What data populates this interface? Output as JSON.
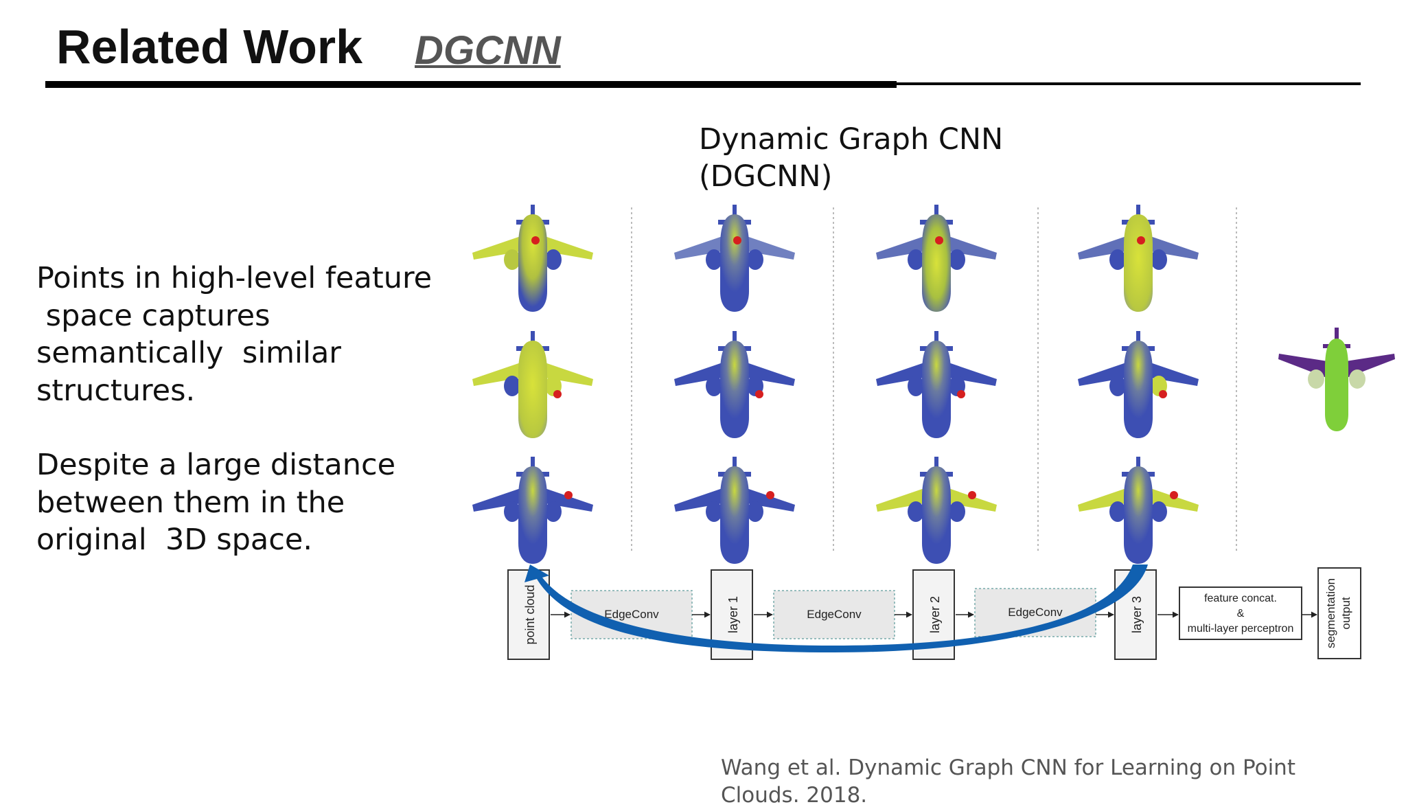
{
  "header": {
    "title": "Related Work",
    "subtitle": "DGCNN"
  },
  "body": {
    "paragraph_1": "Points in high-level feature\n space captures\nsemantically  similar\nstructures.",
    "paragraph_2": "Despite a large distance\nbetween them in the\noriginal  3D space."
  },
  "figure": {
    "label_line_1": "Dynamic Graph CNN",
    "label_line_2": "(DGCNN)",
    "pipeline": {
      "input": "point cloud",
      "edgeconv_1": "EdgeConv",
      "layer_1": "layer 1",
      "edgeconv_2": "EdgeConv",
      "layer_2": "layer 2",
      "edgeconv_3": "EdgeConv",
      "layer_3": "layer 3",
      "mlp_line_1": "feature concat.",
      "mlp_line_2": "&",
      "mlp_line_3": "multi-layer perceptron",
      "output_line_1": "segmentation",
      "output_line_2": "output"
    },
    "colors": {
      "plane_blue": "#3d4fb3",
      "feature_yellow": "#d8e23a",
      "query_point_red": "#d61f1f",
      "seg_body_green": "#7fcf3a",
      "seg_wing_purple": "#5b2a86",
      "arrow_blue": "#1060b0"
    }
  },
  "citation": "Wang et al. Dynamic Graph CNN for Learning on Point Clouds. 2018."
}
